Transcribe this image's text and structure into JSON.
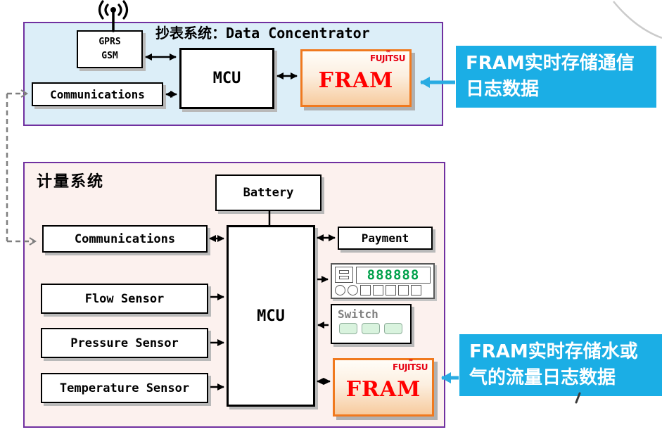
{
  "colors": {
    "panel_border": "#7030A0",
    "top_panel_fill": "#DCEEF8",
    "bottom_panel_fill": "#FCF1EE",
    "callout_fill": "#1BAEE5",
    "arrow_blue": "#29ABE2",
    "fram_border": "#F0791E",
    "fram_text": "#FF0000",
    "brand_red": "#E60012",
    "digit_green": "#00A14B",
    "dashed_gray": "#7F7F7F"
  },
  "top_system": {
    "title": "抄表系统：Data Concentrator",
    "gprs_block": {
      "line1": "GPRS",
      "line2": "GSM"
    },
    "communications_label": "Communications",
    "mcu_label": "MCU",
    "fram_label": "FRAM",
    "brand_label": "FUJITSU",
    "brand_mark": "∞"
  },
  "bottom_system": {
    "title": "计量系统",
    "battery_label": "Battery",
    "communications_label": "Communications",
    "flow_label": "Flow Sensor",
    "pressure_label": "Pressure Sensor",
    "temperature_label": "Temperature Sensor",
    "mcu_label": "MCU",
    "payment_label": "Payment",
    "display_digits": "888888",
    "switch_label": "Switch",
    "fram_label": "FRAM",
    "brand_label": "FUJITSU",
    "brand_mark": "∞"
  },
  "callouts": {
    "top": {
      "line1": "FRAM实时存储通信",
      "line2": "日志数据"
    },
    "bottom": {
      "line1": "FRAM实时存储水或",
      "line2": "气的流量日志数据"
    }
  }
}
